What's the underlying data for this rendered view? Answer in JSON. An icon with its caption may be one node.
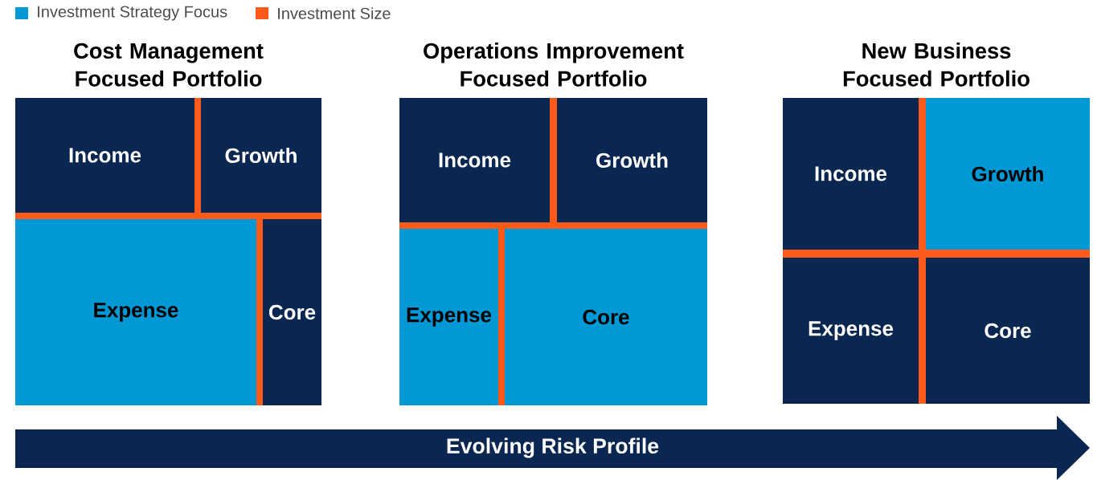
{
  "diagram": {
    "nodes": [
      {
        "text": [
          "Cost Management Focused Portfolio"
        ]
      },
      {
        "text": [
          "Income"
        ],
        "in": 0
      },
      {
        "text": [
          "Growth"
        ],
        "in": 0
      },
      {
        "text": [
          "Expense"
        ],
        "in": 0
      },
      {
        "text": [
          "Core"
        ],
        "in": 0
      },
      {
        "text": [
          "Operations Improvement Focused Portfolio"
        ]
      },
      {
        "text": [
          "Income"
        ],
        "in": 5
      },
      {
        "text": [
          "Growth"
        ],
        "in": 5
      },
      {
        "text": [
          "Expense"
        ],
        "in": 5
      },
      {
        "text": [
          "Core"
        ],
        "in": 5
      },
      {
        "text": [
          "New Business Focused Portfolio"
        ]
      },
      {
        "text": [
          "Income"
        ],
        "in": 10
      },
      {
        "text": [
          "Growth"
        ],
        "in": 10
      },
      {
        "text": [
          "Expense"
        ],
        "in": 10
      },
      {
        "text": [
          "Core"
        ],
        "in": 10
      },
      {
        "text": [
          "Evolving Risk Profile"
        ]
      }
    ],
    "legend": [
      {
        "text": "Investment Strategy Focus",
        "color": "#0099d5"
      },
      {
        "text": "Investment Size",
        "color": "#ff5a1a"
      }
    ]
  }
}
